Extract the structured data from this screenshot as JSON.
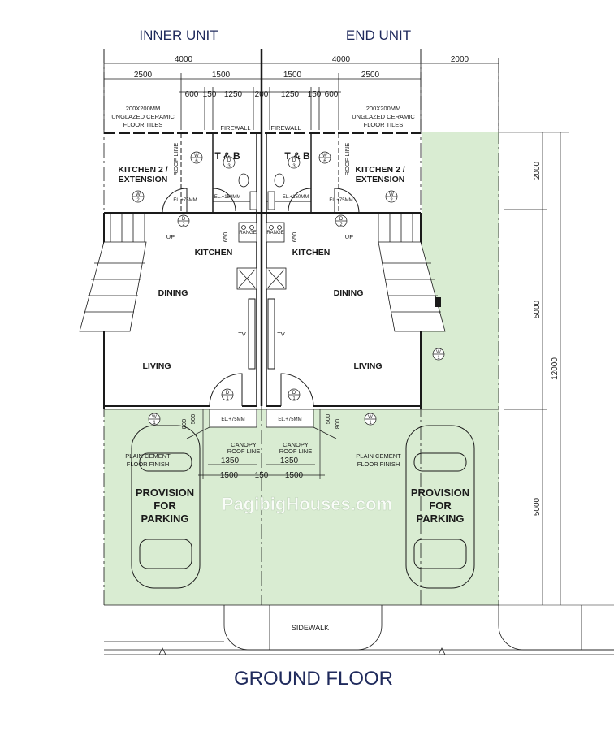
{
  "headers": {
    "inner_unit": "INNER UNIT",
    "end_unit": "END UNIT"
  },
  "dimensions": {
    "top_inner_total": "4000",
    "top_end_total": "4000",
    "top_side": "2000",
    "inner_2500": "2500",
    "inner_1500": "1500",
    "end_1500": "1500",
    "end_2500": "2500",
    "inner_600": "600",
    "inner_150": "150",
    "inner_1250": "1250",
    "center_200": "200",
    "end_1250": "1250",
    "end_150": "150",
    "end_600": "600",
    "right_2000": "2000",
    "right_5000a": "5000",
    "right_12000": "12000",
    "right_5000b": "5000",
    "front_800a": "800",
    "front_500a": "500",
    "front_500b": "500",
    "front_800b": "800",
    "front_1350a": "1350",
    "front_1350b": "1350",
    "front_1500a": "1500",
    "front_150": "150",
    "front_1500b": "1500",
    "kitchen_650a": "650",
    "kitchen_650b": "650"
  },
  "notes": {
    "tiles_inner": [
      "200X200MM",
      "UNGLAZED CERAMIC",
      "FLOOR TILES"
    ],
    "tiles_end": [
      "200X200MM",
      "UNGLAZED CERAMIC",
      "FLOOR TILES"
    ],
    "firewall": "FIREWALL",
    "roof_line": "ROOF LINE",
    "el_75": "EL.+75MM",
    "el_150": "EL.+150MM",
    "canopy": [
      "CANOPY",
      "ROOF LINE"
    ],
    "cement": [
      "PLAIN CEMENT",
      "FLOOR FINISH"
    ],
    "up": "UP",
    "range": "RANGE",
    "tv": "TV"
  },
  "rooms": {
    "tb": "T & B",
    "kitchen2": [
      "KITCHEN 2 /",
      "EXTENSION"
    ],
    "kitchen": "KITCHEN",
    "dining": "DINING",
    "living": "LIVING",
    "parking": [
      "PROVISION",
      "FOR",
      "PARKING"
    ],
    "sidewalk": "SIDEWALK"
  },
  "tags": {
    "w6": [
      "W",
      "6"
    ],
    "w2": [
      "W",
      "2"
    ],
    "w1": [
      "W",
      "1"
    ],
    "d2": [
      "D",
      "2"
    ],
    "d3": [
      "D",
      "3"
    ],
    "d1": [
      "D",
      "1"
    ]
  },
  "watermark": "PagibigHouses.com",
  "title": "GROUND FLOOR",
  "colors": {
    "lawn": "#d9ecd2",
    "line": "#1a1a1a",
    "title": "#1f2a5c"
  }
}
